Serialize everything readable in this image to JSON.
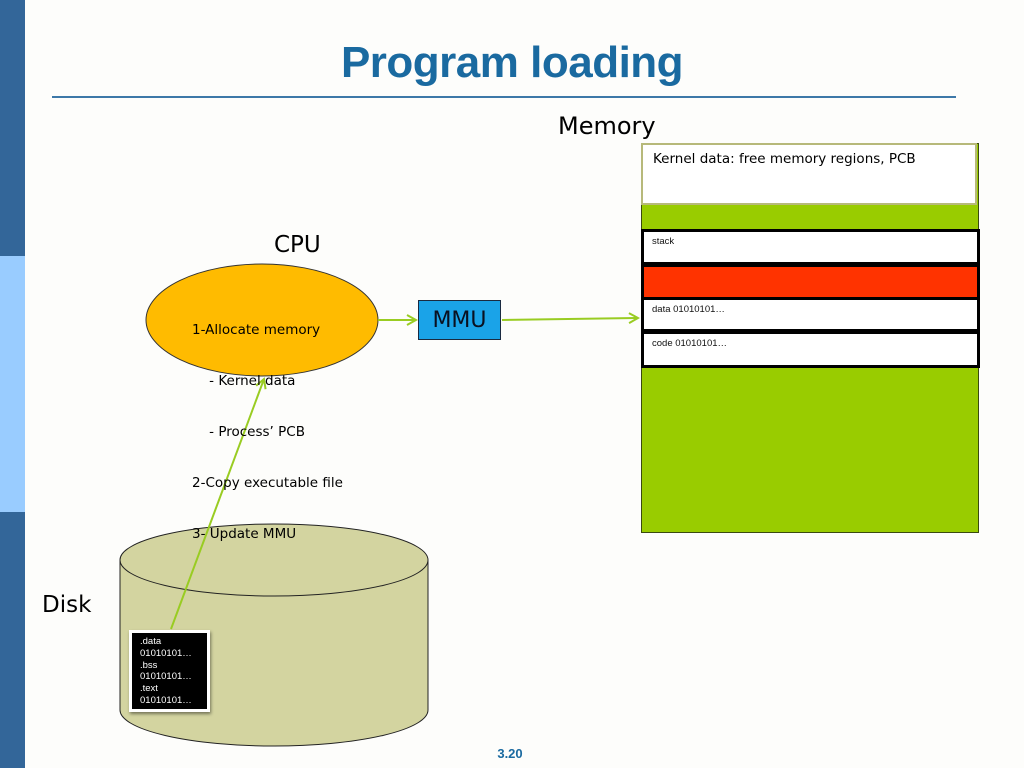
{
  "slide": {
    "title": "Program loading",
    "page_number": "3.20"
  },
  "labels": {
    "memory": "Memory",
    "cpu": "CPU",
    "disk": "Disk"
  },
  "cpu": {
    "steps": [
      "1-Allocate memory",
      "    - Kernel data",
      "    - Process’ PCB",
      "2-Copy executable file",
      "3- Update MMU"
    ]
  },
  "mmu": {
    "label": "MMU"
  },
  "memory": {
    "kernel_region": "Kernel data: free memory regions, PCB",
    "segments": [
      {
        "name": "stack",
        "label": "stack"
      },
      {
        "name": "free",
        "label": ""
      },
      {
        "name": "data",
        "label": "data 01010101…"
      },
      {
        "name": "code",
        "label": "code 01010101…"
      }
    ]
  },
  "disk": {
    "file_lines": [
      ".data",
      "01010101…",
      ".bss",
      "01010101…",
      ".text",
      "01010101…"
    ]
  },
  "colors": {
    "sidebar_dark": "#336699",
    "sidebar_light": "#99ccff",
    "title": "#1a6aa0",
    "cpu_fill": "#ffbb00",
    "mmu_fill": "#1aa3e8",
    "memory_fill": "#99cc00",
    "free_region": "#ff3300",
    "disk_fill": "#d3d4a0",
    "arrow": "#99cc22"
  }
}
